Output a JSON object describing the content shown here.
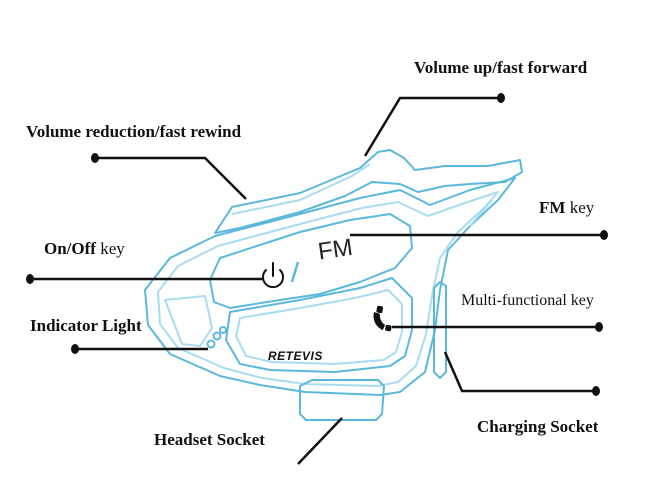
{
  "colors": {
    "outline": "#5bb8dd",
    "outline_light": "#a9dcf0",
    "leader": "#111111",
    "text": "#111111"
  },
  "device": {
    "fm_text": "FM",
    "brand_text": "RETEVIS",
    "icons": [
      "power-icon",
      "phone-icon"
    ]
  },
  "labels": {
    "volume_up": "Volume up/fast forward",
    "volume_down": "Volume reduction/fast rewind",
    "fm_key_bold": "FM",
    "fm_key_rest": "key",
    "onoff_bold": "On/Off",
    "onoff_rest": "key",
    "multi_key": "Multi-functional key",
    "indicator": "Indicator Light",
    "headset": "Headset Socket",
    "charging": "Charging Socket"
  }
}
